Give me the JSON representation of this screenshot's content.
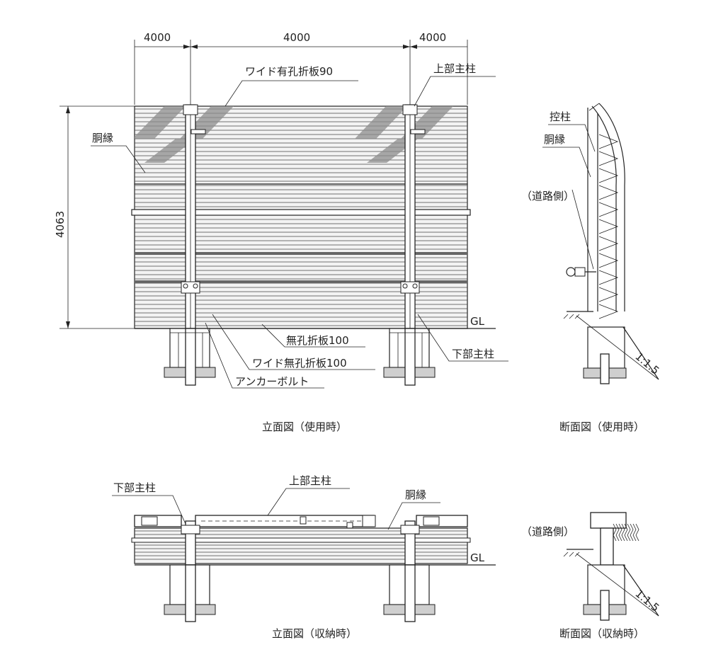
{
  "labels": {
    "dim_left": "4000",
    "dim_mid": "4000",
    "dim_right": "4000",
    "dim_height": "4063",
    "wide_perforated": "ワイド有孔折板90",
    "upper_post_1": "上部主柱",
    "girth_1": "胴縁",
    "gl_1": "GL",
    "unperforated": "無孔折板100",
    "wide_unperforated": "ワイド無孔折板100",
    "anchor_bolt": "アンカーボルト",
    "lower_post_1": "下部主柱",
    "caption_elev_use": "立面図（使用時）",
    "side_brace": "控柱",
    "side_girth": "胴縁",
    "road_side_1": "（道路側）",
    "slope_1": "1:1.5",
    "caption_sect_use": "断面図（使用時）",
    "lower_post_2": "下部主柱",
    "upper_post_2": "上部主柱",
    "girth_2": "胴縁",
    "gl_2": "GL",
    "caption_elev_stored": "立面図（収納時）",
    "road_side_2": "（道路側）",
    "slope_2": "1:1.5",
    "caption_sect_stored": "断面図（収納時）"
  },
  "colors": {
    "line": "#222222",
    "panel_fill": "#f3f3f3",
    "shade": "#8c8c8c",
    "gravel": "#cfcfcf"
  }
}
